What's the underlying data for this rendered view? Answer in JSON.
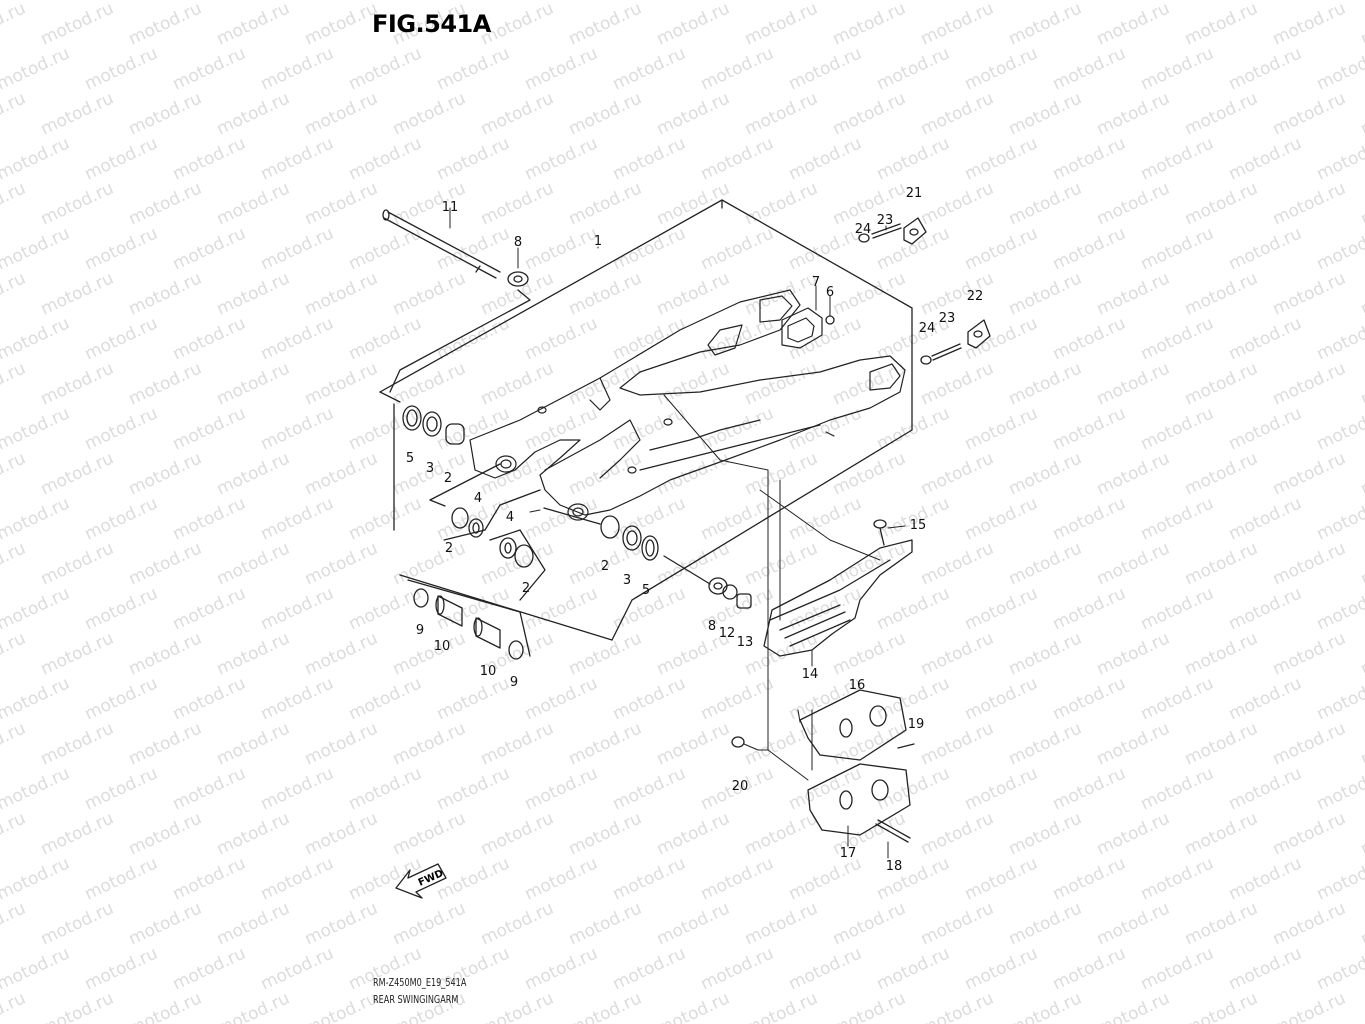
{
  "figure": {
    "title": "FIG.541A",
    "model_code": "RM-Z450M0_E19_541A",
    "assembly_name": "REAR SWINGINGARM",
    "direction_label": "FWD",
    "watermark": "motod.ru"
  },
  "callouts": [
    {
      "number": "1"
    },
    {
      "number": "2"
    },
    {
      "number": "3"
    },
    {
      "number": "5"
    },
    {
      "number": "2"
    },
    {
      "number": "4"
    },
    {
      "number": "4"
    },
    {
      "number": "2"
    },
    {
      "number": "2"
    },
    {
      "number": "3"
    },
    {
      "number": "5"
    },
    {
      "number": "6"
    },
    {
      "number": "7"
    },
    {
      "number": "8"
    },
    {
      "number": "8"
    },
    {
      "number": "9"
    },
    {
      "number": "9"
    },
    {
      "number": "10"
    },
    {
      "number": "10"
    },
    {
      "number": "11"
    },
    {
      "number": "12"
    },
    {
      "number": "13"
    },
    {
      "number": "14"
    },
    {
      "number": "15"
    },
    {
      "number": "16"
    },
    {
      "number": "17"
    },
    {
      "number": "18"
    },
    {
      "number": "19"
    },
    {
      "number": "20"
    },
    {
      "number": "21"
    },
    {
      "number": "22"
    },
    {
      "number": "23"
    },
    {
      "number": "23"
    },
    {
      "number": "24"
    },
    {
      "number": "24"
    }
  ]
}
